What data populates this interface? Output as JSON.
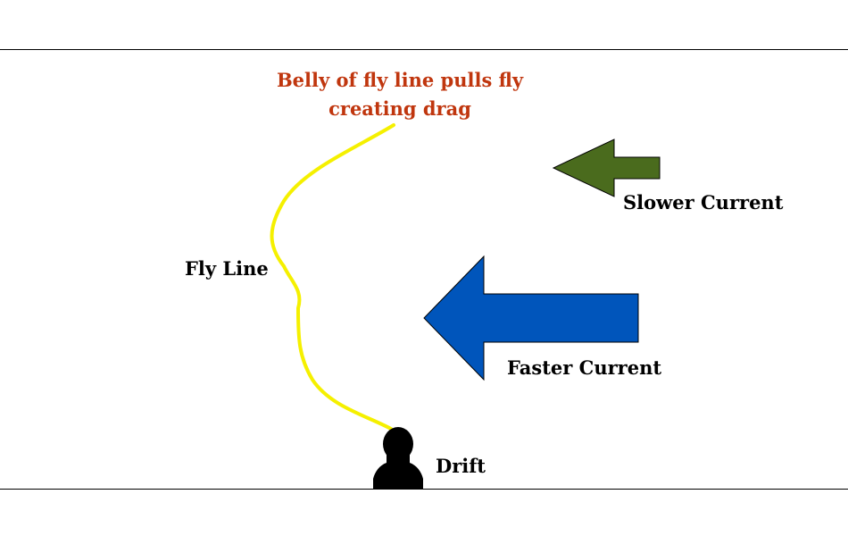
{
  "colors": {
    "title": "#c0360e",
    "fly_line": "#f5f000",
    "slower_arrow": "#4a6b1d",
    "faster_arrow": "#0055bb",
    "angler": "#000000",
    "bank_lines": "#000000"
  },
  "title": {
    "line1": "Belly of fly line pulls fly",
    "line2": "creating drag"
  },
  "labels": {
    "slower_current": "Slower Current",
    "fly_line": "Fly Line",
    "faster_current": "Faster Current",
    "drift": "Drift"
  },
  "icons": {
    "angler": "person-silhouette-icon",
    "slower_arrow": "left-arrow",
    "faster_arrow": "left-arrow"
  }
}
